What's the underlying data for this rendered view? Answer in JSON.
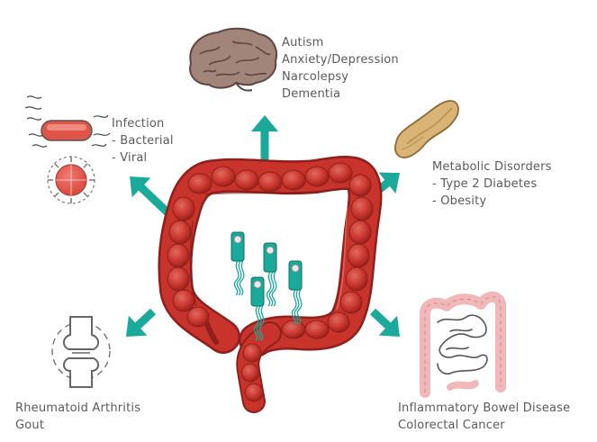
{
  "colors": {
    "arrow": "#1aa99a",
    "colon": "#c8342c",
    "colon_dark": "#8e1f1a",
    "bacteria": "#1aa99a",
    "brain": "#a2857a",
    "pancreas": "#d9b476",
    "small_intestine": "#f0b8b8",
    "text": "#5a5a5a"
  },
  "icons": [
    "brain-icon",
    "bacterium-icon",
    "virus-icon",
    "pancreas-icon",
    "knee-joint-icon",
    "intestine-icon",
    "colon-icon",
    "gut-bacteria-icon"
  ],
  "labels": {
    "brain": [
      "Autism",
      "Anxiety/Depression",
      "Narcolepsy",
      "Dementia"
    ],
    "infection": [
      "Infection",
      "- Bacterial",
      "- Viral"
    ],
    "metabolic": [
      "Metabolic Disorders",
      "- Type 2 Diabetes",
      "- Obesity"
    ],
    "joint": [
      "Rheumatoid Arthritis",
      "Gout"
    ],
    "ibd": [
      "Inflammatory Bowel Disease",
      "Colorectal Cancer"
    ]
  }
}
